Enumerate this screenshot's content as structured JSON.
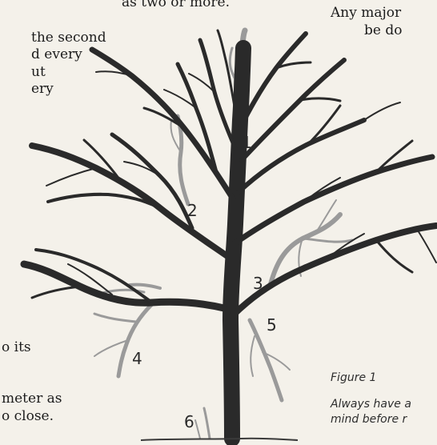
{
  "text_left": [
    "as two or more.",
    "the second",
    "d every",
    "ut",
    "ery",
    "o its",
    "meter as",
    "o close."
  ],
  "text_right": [
    "Any major",
    "be do"
  ],
  "labels": [
    "1",
    "2",
    "3",
    "4",
    "5",
    "6"
  ],
  "figure": {
    "title": "Figure 1",
    "caption_line1": "Always have a",
    "caption_line2": "mind before r"
  },
  "colors": {
    "dark_branch": "#2a2a2a",
    "grey_branch": "#9a9a9a",
    "paper": "#f4f1ea"
  }
}
